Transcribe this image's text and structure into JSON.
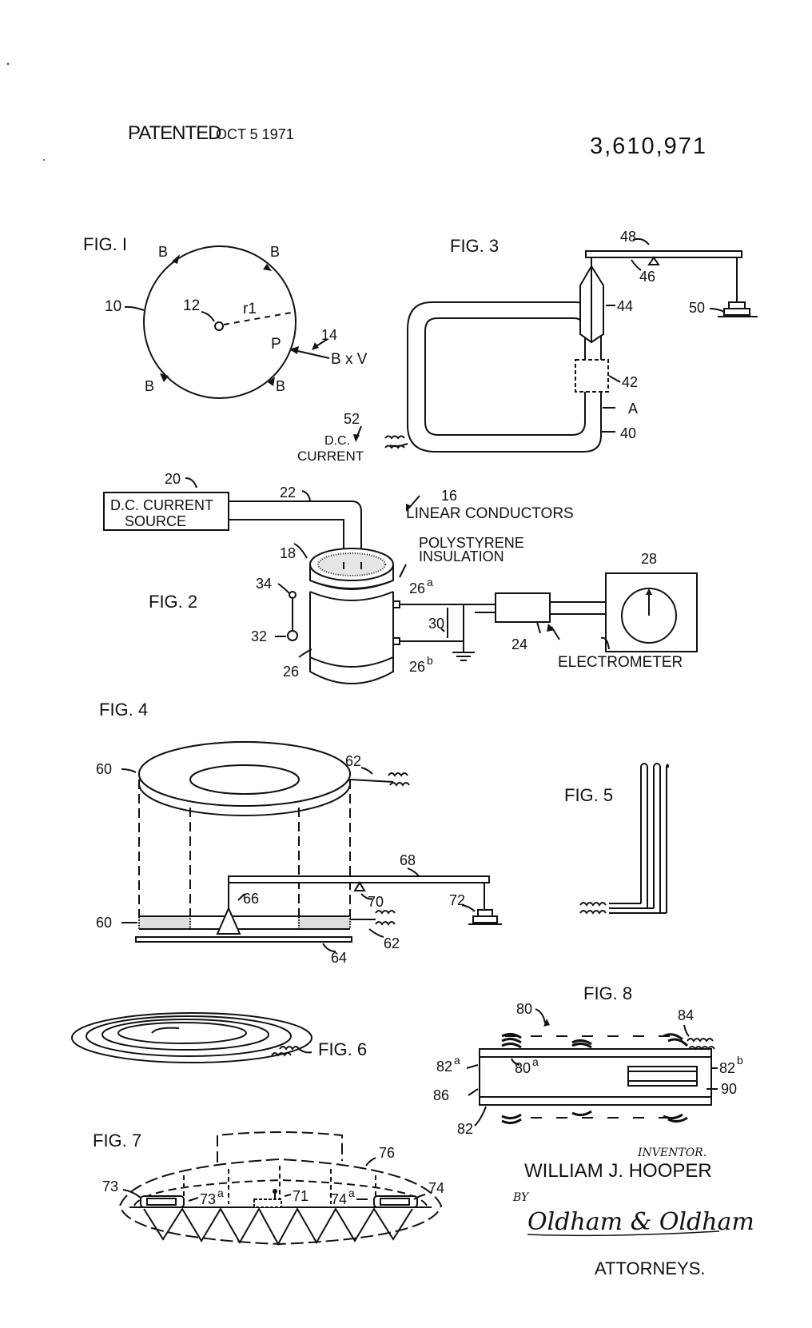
{
  "header": {
    "patented_label": "PATENTED",
    "patented_date": "OCT 5 1971",
    "patent_number": "3,610,971"
  },
  "fig1": {
    "title": "FIG. I",
    "labels": {
      "ref10": "10",
      "ref12": "12",
      "r1": "r1",
      "ref14": "14",
      "P": "P",
      "BxV": "B x V",
      "B": "B"
    }
  },
  "fig2": {
    "title": "FIG. 2",
    "dc_source_line1": "D.C. CURRENT",
    "dc_source_line2": "SOURCE",
    "linear_conductors": "LINEAR CONDUCTORS",
    "poly_line1": "POLYSTYRENE",
    "poly_line2": "INSULATION",
    "electrometer": "ELECTROMETER",
    "refs": {
      "r16": "16",
      "r18": "18",
      "r20": "20",
      "r22": "22",
      "r24": "24",
      "r26": "26",
      "r26a": "26",
      "r26a_sup": "a",
      "r26b": "26",
      "r26b_sup": "b",
      "r28": "28",
      "r30": "30",
      "r32": "32",
      "r34": "34"
    }
  },
  "fig3": {
    "title": "FIG. 3",
    "dc_line1": "D.C.",
    "dc_line2": "CURRENT",
    "refs": {
      "r40": "40",
      "A": "A",
      "r42": "42",
      "r44": "44",
      "r46": "46",
      "r48": "48",
      "r50": "50",
      "r52": "52"
    }
  },
  "fig4": {
    "title": "FIG. 4",
    "refs": {
      "r60a": "60",
      "r60b": "60",
      "r62a": "62",
      "r62b": "62",
      "r64": "64",
      "r66": "66",
      "r68": "68",
      "r70": "70",
      "r72": "72"
    }
  },
  "fig5": {
    "title": "FIG. 5"
  },
  "fig6": {
    "title": "FIG. 6"
  },
  "fig7": {
    "title": "FIG. 7",
    "refs": {
      "r71": "71",
      "r73": "73",
      "r73a": "73",
      "r73a_sup": "a",
      "r74": "74",
      "r74a": "74",
      "r74a_sup": "a",
      "r76": "76"
    }
  },
  "fig8": {
    "title": "FIG. 8",
    "refs": {
      "r80": "80",
      "r80a": "80",
      "r80a_sup": "a",
      "r82": "82",
      "r82a": "82",
      "r82a_sup": "a",
      "r82b": "82",
      "r82b_sup": "b",
      "r84": "84",
      "r86": "86",
      "r90": "90"
    }
  },
  "signature": {
    "inventor_label": "INVENTOR.",
    "inventor_name": "WILLIAM J. HOOPER",
    "by": "BY",
    "firm": "Oldham & Oldham",
    "attorneys": "ATTORNEYS."
  }
}
